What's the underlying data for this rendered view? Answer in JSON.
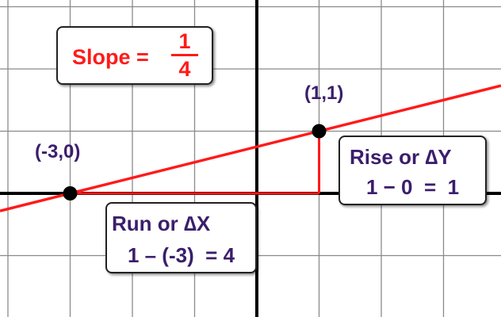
{
  "colors": {
    "grid": "#8a8a8a",
    "axis": "#000000",
    "line": "#ff1a1a",
    "text_dark": "#3b1e6b",
    "text_red": "#ff1a1a"
  },
  "slope": {
    "word": "Slope =",
    "numerator": "1",
    "denominator": "4"
  },
  "points": [
    {
      "label": "(-3,0)",
      "x": -3,
      "y": 0
    },
    {
      "label": "(1,1)",
      "x": 1,
      "y": 1
    }
  ],
  "rise": {
    "line1": "Rise or ∆Y",
    "line2": "1 − 0  =  1"
  },
  "run": {
    "line1": "Run or ∆X",
    "line2": "1 – (-3)  = 4"
  },
  "line_equation": {
    "slope": 0.25,
    "intercept": 0.75
  }
}
